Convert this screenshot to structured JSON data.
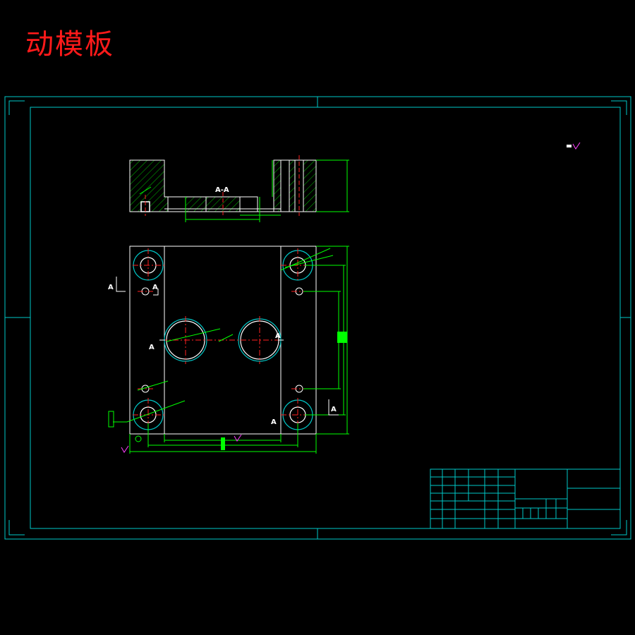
{
  "title": "动模板",
  "section": {
    "label": "A-A",
    "cut_label": "A"
  },
  "colors": {
    "background": "#000000",
    "frame": "#00c8c8",
    "outline": "#ffffff",
    "centerline": "#ff2020",
    "dimension": "#00ff00",
    "title_text": "#ff1a1a",
    "symbol": "#ff40ff"
  }
}
